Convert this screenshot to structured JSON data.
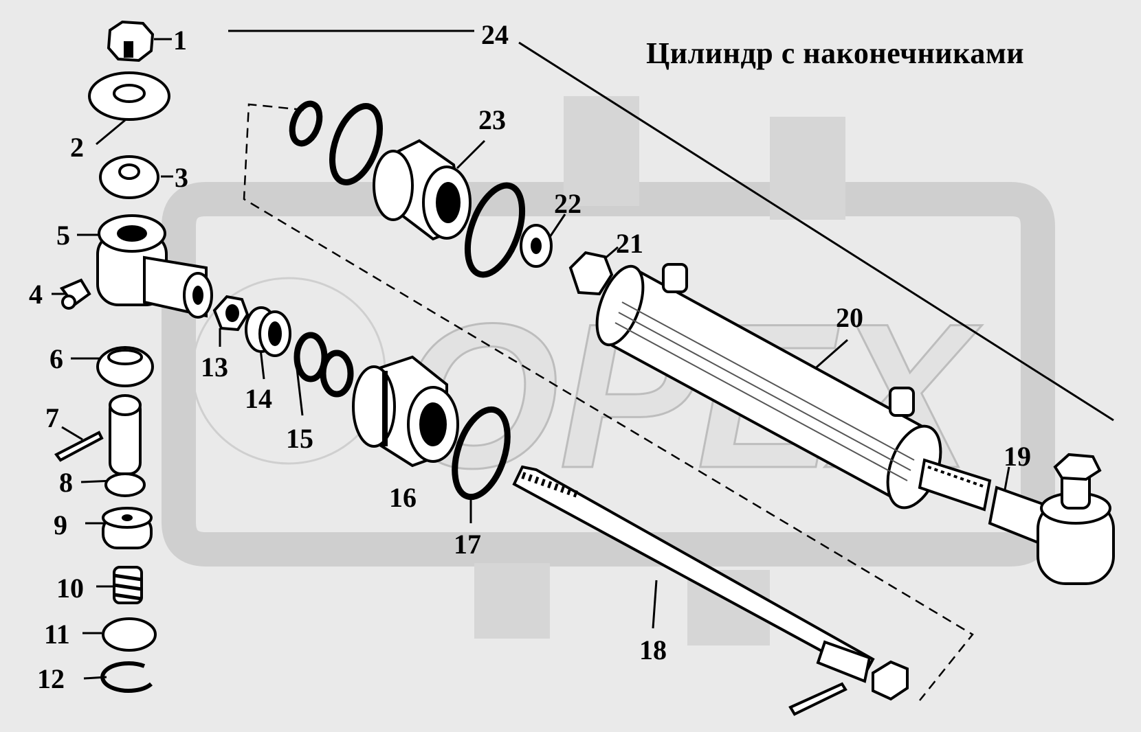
{
  "title": "Цилиндр с наконечниками",
  "watermark": "OPEX",
  "colors": {
    "background": "#eaeaea",
    "ink": "#000000",
    "watermark": "#d2d2d2"
  },
  "callouts": {
    "p1": "1",
    "p2": "2",
    "p3": "3",
    "p4": "4",
    "p5": "5",
    "p6": "6",
    "p7": "7",
    "p8": "8",
    "p9": "9",
    "p10": "10",
    "p11": "11",
    "p12": "12",
    "p13": "13",
    "p14": "14",
    "p15": "15",
    "p16": "16",
    "p17": "17",
    "p18": "18",
    "p19": "19",
    "p20": "20",
    "p21": "21",
    "p22": "22",
    "p23": "23",
    "p24": "24"
  }
}
